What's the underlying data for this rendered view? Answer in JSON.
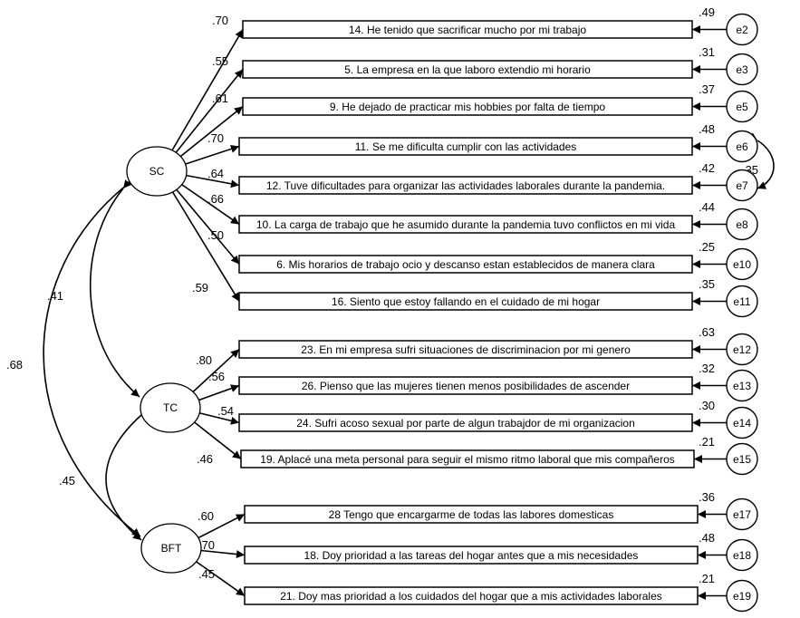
{
  "factors": [
    {
      "id": "SC",
      "label": "SC"
    },
    {
      "id": "TC",
      "label": "TC"
    },
    {
      "id": "BFT",
      "label": "BFT"
    }
  ],
  "indicators": [
    {
      "factor": "SC",
      "label": "14. He tenido que sacrificar mucho por mi trabajo",
      "loading": ".70",
      "r2": ".49",
      "error": "e2"
    },
    {
      "factor": "SC",
      "label": "5. La empresa en la que laboro extendio mi horario",
      "loading": ".55",
      "r2": ".31",
      "error": "e3"
    },
    {
      "factor": "SC",
      "label": "9. He dejado de practicar mis hobbies por falta de tiempo",
      "loading": ".61",
      "r2": ".37",
      "error": "e5"
    },
    {
      "factor": "SC",
      "label": "11. Se me dificulta cumplir con las actividades",
      "loading": ".70",
      "r2": ".48",
      "error": "e6"
    },
    {
      "factor": "SC",
      "label": "12. Tuve dificultades para organizar las actividades laborales durante la pandemia.",
      "loading": ".64",
      "r2": ".42",
      "error": "e7"
    },
    {
      "factor": "SC",
      "label": "10. La carga de trabajo que he asumido durante la pandemia tuvo conflictos en mi vida",
      "loading": ".66",
      "r2": ".44",
      "error": "e8"
    },
    {
      "factor": "SC",
      "label": "6. Mis horarios de trabajo ocio y descanso estan establecidos de manera clara",
      "loading": ".50",
      "r2": ".25",
      "error": "e10"
    },
    {
      "factor": "SC",
      "label": "16. Siento que estoy fallando en el cuidado de mi hogar",
      "loading": ".59",
      "r2": ".35",
      "error": "e11"
    },
    {
      "factor": "TC",
      "label": "23. En mi empresa sufri situaciones de discriminacion por mi genero",
      "loading": ".80",
      "r2": ".63",
      "error": "e12"
    },
    {
      "factor": "TC",
      "label": "26. Pienso que las mujeres tienen menos posibilidades de ascender",
      "loading": ".56",
      "r2": ".32",
      "error": "e13"
    },
    {
      "factor": "TC",
      "label": "24. Sufri acoso sexual por parte de algun trabajdor de mi organizacion",
      "loading": ".54",
      "r2": ".30",
      "error": "e14"
    },
    {
      "factor": "TC",
      "label": "19. Aplacé una meta personal para seguir el mismo ritmo laboral que mis compañeros",
      "loading": ".46",
      "r2": ".21",
      "error": "e15"
    },
    {
      "factor": "BFT",
      "label": "28 Tengo que encargarme de todas las labores domesticas",
      "loading": ".60",
      "r2": ".36",
      "error": "e17"
    },
    {
      "factor": "BFT",
      "label": "18. Doy prioridad a las tareas del hogar antes que a mis necesidades",
      "loading": ".70",
      "r2": ".48",
      "error": "e18"
    },
    {
      "factor": "BFT",
      "label": "21. Doy mas prioridad a los cuidados del hogar que a mis actividades laborales",
      "loading": ".45",
      "r2": ".21",
      "error": "e19"
    }
  ],
  "covariances": [
    {
      "from": "SC",
      "to": "TC",
      "value": ".41"
    },
    {
      "from": "SC",
      "to": "BFT",
      "value": ".68"
    },
    {
      "from": "TC",
      "to": "BFT",
      "value": ".45"
    },
    {
      "from": "e6",
      "to": "e7",
      "value": ".35"
    }
  ]
}
